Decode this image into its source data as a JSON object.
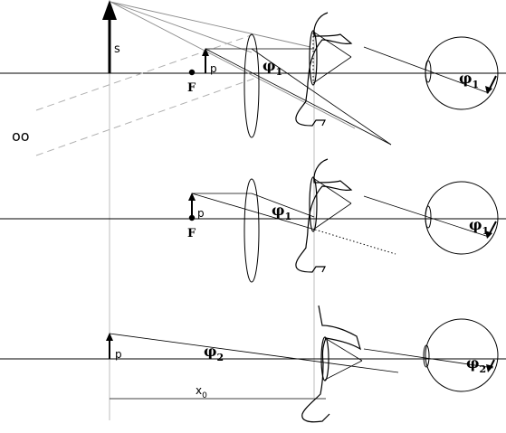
{
  "labels": {
    "object_s": "s",
    "infinity": "oo",
    "panel1_p": "p",
    "panel1_focus": "F",
    "panel1_angle": "φ",
    "panel1_angle_sub": "1",
    "panel1_eye_angle": "φ",
    "panel1_eye_angle_sub": "1",
    "panel2_p": "p",
    "panel2_focus": "F",
    "panel2_angle": "φ",
    "panel2_angle_sub": "1",
    "panel2_eye_angle": "φ",
    "panel2_eye_angle_sub": "1",
    "panel3_p": "p",
    "panel3_angle": "φ",
    "panel3_angle_sub": "2",
    "panel3_eye_angle": "φ",
    "panel3_eye_angle_sub": "2",
    "distance": "x",
    "distance_sub": "0"
  },
  "colors": {
    "ink": "#000000",
    "gray_ray": "#8a8a8a",
    "dashed_ray": "#b0b0b0",
    "guide": "#bdbdbd"
  }
}
